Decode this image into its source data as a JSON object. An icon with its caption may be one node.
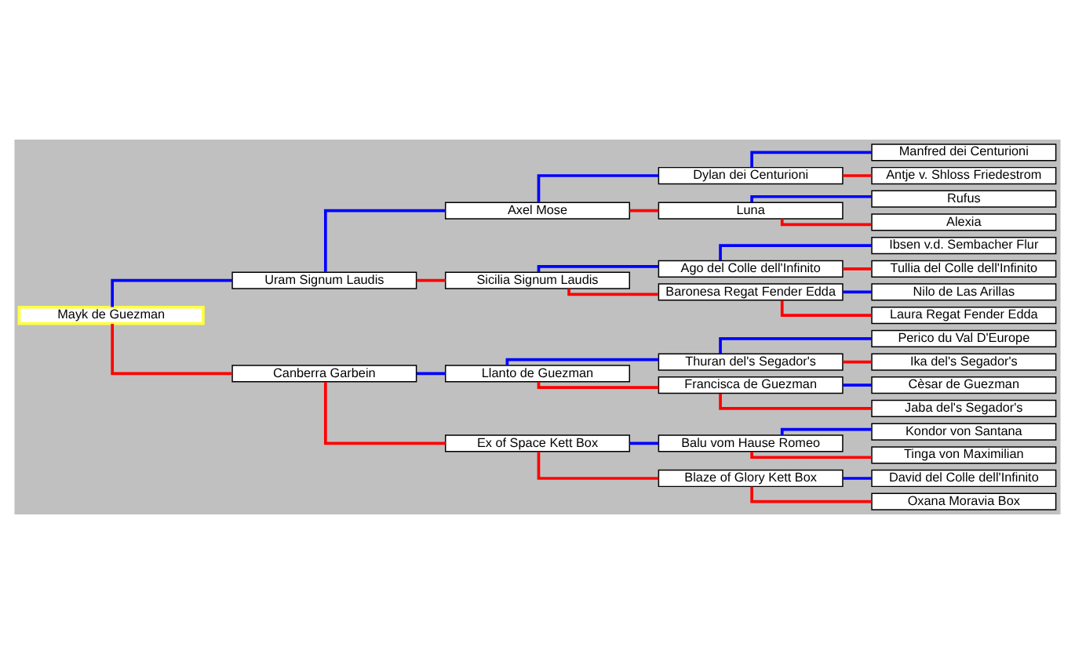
{
  "diagram": {
    "nodes": [
      {
        "text": [
          "Manfred dei Centurioni"
        ]
      },
      {
        "text": [
          "Dylan dei Centurioni"
        ]
      },
      {
        "text": [
          "Antje v. Shloss Friedestrom"
        ]
      },
      {
        "text": [
          "Axel Mose"
        ]
      },
      {
        "text": [
          "Rufus"
        ]
      },
      {
        "text": [
          "Luna"
        ]
      },
      {
        "text": [
          "Alexia"
        ]
      },
      {
        "text": [
          "Uram Signum Laudis"
        ]
      },
      {
        "text": [
          "Ibsen v.d. Sembacher Flur"
        ]
      },
      {
        "text": [
          "Ago del Colle dell'Infinito"
        ]
      },
      {
        "text": [
          "Tullia del Colle dell'Infinito"
        ]
      },
      {
        "text": [
          "Sicilia Signum Laudis"
        ]
      },
      {
        "text": [
          "Nilo de Las Arillas"
        ]
      },
      {
        "text": [
          "Baronesa Regat Fender Edda"
        ]
      },
      {
        "text": [
          "Laura Regat Fender Edda"
        ]
      },
      {
        "text": [
          "Mayk de Guezman"
        ]
      },
      {
        "text": [
          "Perico du Val D'Europe"
        ]
      },
      {
        "text": [
          "Thuran del's Segador's"
        ]
      },
      {
        "text": [
          "Ika del's Segador's"
        ]
      },
      {
        "text": [
          "Llanto de Guezman"
        ]
      },
      {
        "text": [
          "Cèsar de Guezman"
        ]
      },
      {
        "text": [
          "Francisca de Guezman"
        ]
      },
      {
        "text": [
          "Jaba del's Segador's"
        ]
      },
      {
        "text": [
          "Canberra Garbein"
        ]
      },
      {
        "text": [
          "Kondor von Santana"
        ]
      },
      {
        "text": [
          "Balu vom Hause Romeo"
        ]
      },
      {
        "text": [
          "Tinga von Maximilian"
        ]
      },
      {
        "text": [
          "Ex of Space Kett Box"
        ]
      },
      {
        "text": [
          "David del Colle dell'Infinito"
        ]
      },
      {
        "text": [
          "Blaze of Glory Kett Box"
        ]
      },
      {
        "text": [
          "Oxana Moravia Box"
        ]
      }
    ],
    "edges": [
      {
        "from": 15,
        "to": 7,
        "arrow": "none",
        "color": "#0000ff"
      },
      {
        "from": 15,
        "to": 23,
        "arrow": "none",
        "color": "#ff0000"
      },
      {
        "from": 7,
        "to": 3,
        "arrow": "none",
        "color": "#0000ff"
      },
      {
        "from": 7,
        "to": 11,
        "arrow": "none",
        "color": "#ff0000"
      },
      {
        "from": 3,
        "to": 1,
        "arrow": "none",
        "color": "#0000ff"
      },
      {
        "from": 3,
        "to": 5,
        "arrow": "none",
        "color": "#ff0000"
      },
      {
        "from": 1,
        "to": 0,
        "arrow": "none",
        "color": "#0000ff"
      },
      {
        "from": 1,
        "to": 2,
        "arrow": "none",
        "color": "#ff0000"
      },
      {
        "from": 5,
        "to": 4,
        "arrow": "none",
        "color": "#0000ff"
      },
      {
        "from": 5,
        "to": 6,
        "arrow": "none",
        "color": "#ff0000"
      },
      {
        "from": 11,
        "to": 9,
        "arrow": "none",
        "color": "#0000ff"
      },
      {
        "from": 11,
        "to": 13,
        "arrow": "none",
        "color": "#ff0000"
      },
      {
        "from": 9,
        "to": 8,
        "arrow": "none",
        "color": "#0000ff"
      },
      {
        "from": 9,
        "to": 10,
        "arrow": "none",
        "color": "#ff0000"
      },
      {
        "from": 13,
        "to": 12,
        "arrow": "none",
        "color": "#0000ff"
      },
      {
        "from": 13,
        "to": 14,
        "arrow": "none",
        "color": "#ff0000"
      },
      {
        "from": 23,
        "to": 19,
        "arrow": "none",
        "color": "#0000ff"
      },
      {
        "from": 23,
        "to": 27,
        "arrow": "none",
        "color": "#ff0000"
      },
      {
        "from": 19,
        "to": 17,
        "arrow": "none",
        "color": "#0000ff"
      },
      {
        "from": 19,
        "to": 21,
        "arrow": "none",
        "color": "#ff0000"
      },
      {
        "from": 17,
        "to": 16,
        "arrow": "none",
        "color": "#0000ff"
      },
      {
        "from": 17,
        "to": 18,
        "arrow": "none",
        "color": "#ff0000"
      },
      {
        "from": 21,
        "to": 20,
        "arrow": "none",
        "color": "#0000ff"
      },
      {
        "from": 21,
        "to": 22,
        "arrow": "none",
        "color": "#ff0000"
      },
      {
        "from": 27,
        "to": 25,
        "arrow": "none",
        "color": "#0000ff"
      },
      {
        "from": 27,
        "to": 29,
        "arrow": "none",
        "color": "#ff0000"
      },
      {
        "from": 25,
        "to": 24,
        "arrow": "none",
        "color": "#0000ff"
      },
      {
        "from": 25,
        "to": 26,
        "arrow": "none",
        "color": "#ff0000"
      },
      {
        "from": 29,
        "to": 28,
        "arrow": "none",
        "color": "#0000ff"
      },
      {
        "from": 29,
        "to": 30,
        "arrow": "none",
        "color": "#ff0000"
      }
    ]
  }
}
